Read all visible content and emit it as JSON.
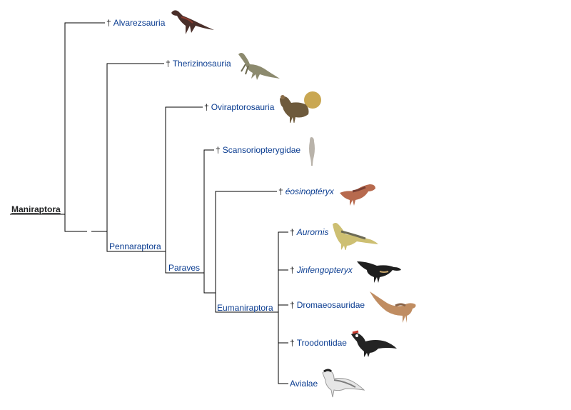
{
  "root_label": "Maniraptora",
  "dagger": "†",
  "clades": {
    "pennaraptora": "Pennaraptora",
    "paraves": "Paraves",
    "eumaniraptora": "Eumaniraptora"
  },
  "taxa": {
    "alvarezsauria": "Alvarezsauria",
    "therizinosauria": "Therizinosauria",
    "oviraptorosauria": "Oviraptorosauria",
    "scansoriopterygidae": "Scansoriopterygidae",
    "eosinopteryx": "éosinoptéryx",
    "aurornis": "Aurornis",
    "jinfengopteryx": "Jinfengopteryx",
    "dromaeosauridae": "Dromaeosauridae",
    "troodontidae": "Troodontidae",
    "avialae": "Avialae"
  },
  "icons": [
    "alvarezsaur-illustration",
    "therizinosaur-illustration",
    "oviraptorosaur-illustration",
    "scansoriopterygid-illustration",
    "eosinopteryx-illustration",
    "aurornis-illustration",
    "jinfengopteryx-illustration",
    "dromaeosaur-illustration",
    "troodontid-illustration",
    "avialae-illustration"
  ],
  "colors": {
    "link": "#0b3d91",
    "line": "#000000",
    "text": "#202122"
  }
}
